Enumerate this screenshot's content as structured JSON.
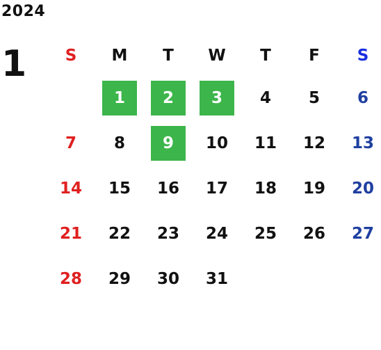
{
  "calendar": {
    "year": "2024",
    "month": "1",
    "weekdays": [
      "S",
      "M",
      "T",
      "W",
      "T",
      "F",
      "S"
    ],
    "weeks": [
      [
        "",
        "1",
        "2",
        "3",
        "4",
        "5",
        "6"
      ],
      [
        "7",
        "8",
        "9",
        "10",
        "11",
        "12",
        "13"
      ],
      [
        "14",
        "15",
        "16",
        "17",
        "18",
        "19",
        "20"
      ],
      [
        "21",
        "22",
        "23",
        "24",
        "25",
        "26",
        "27"
      ],
      [
        "28",
        "29",
        "30",
        "31",
        "",
        "",
        ""
      ]
    ],
    "highlighted_days": [
      "1",
      "2",
      "3",
      "9"
    ],
    "colors": {
      "sunday": "#e02020",
      "saturday_header": "#1a2ee0",
      "saturday": "#1f3fa0",
      "highlight": "#3cb54a"
    }
  }
}
